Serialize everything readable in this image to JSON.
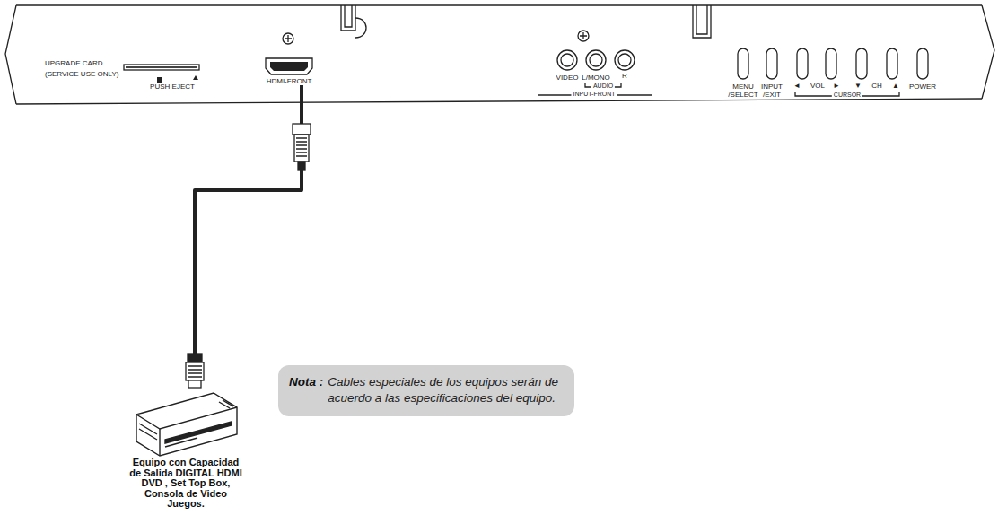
{
  "diagram": {
    "nodes": [
      {
        "text": [
          "HDMI-FRONT"
        ]
      },
      {
        "text": [
          "Equipo con Capacidad de Salida DIGITAL HDMI DVD , Set Top Box, Consola de Video Juegos."
        ]
      },
      {
        "text": [
          "Nota :",
          "Cables especiales de los equipos serán de acuerdo a las especificaciones del equipo."
        ]
      }
    ],
    "edges": [
      {
        "from": 0,
        "to": 1,
        "arrow": "none"
      }
    ],
    "labels": [
      "UPGRADE CARD",
      "(SERVICE USE ONLY)",
      "PUSH EJECT",
      "VIDEO",
      "L/MONO",
      "R",
      "AUDIO",
      "INPUT-FRONT",
      "MENU /SELECT",
      "INPUT /EXIT",
      "◄",
      "VOL",
      "►",
      "▼",
      "CH",
      "▲",
      "CURSOR",
      "POWER"
    ]
  }
}
